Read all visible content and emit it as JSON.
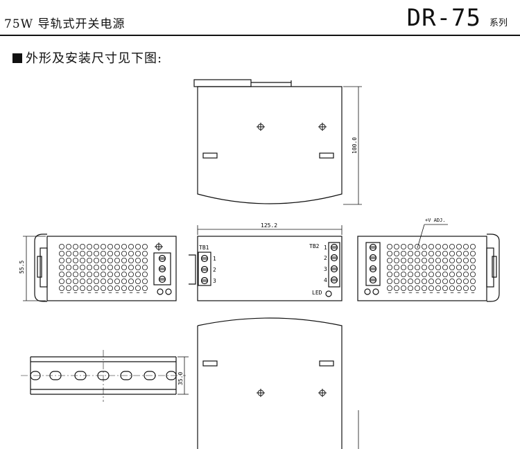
{
  "header": {
    "title": "75W 导轨式开关电源",
    "model": "DR-75",
    "series": "系列"
  },
  "caption": "外形及安装尺寸见下图:",
  "dimensions": {
    "height": "100.0",
    "length": "125.2",
    "depth": "55.5",
    "rail": "35.0"
  },
  "labels": {
    "tb1": "TB1",
    "tb2": "TB2",
    "led": "LED",
    "vadj": "+V ADJ.",
    "tb1_pins": [
      "1",
      "2",
      "3"
    ],
    "tb2_pins": [
      "1",
      "2",
      "3",
      "4"
    ]
  }
}
